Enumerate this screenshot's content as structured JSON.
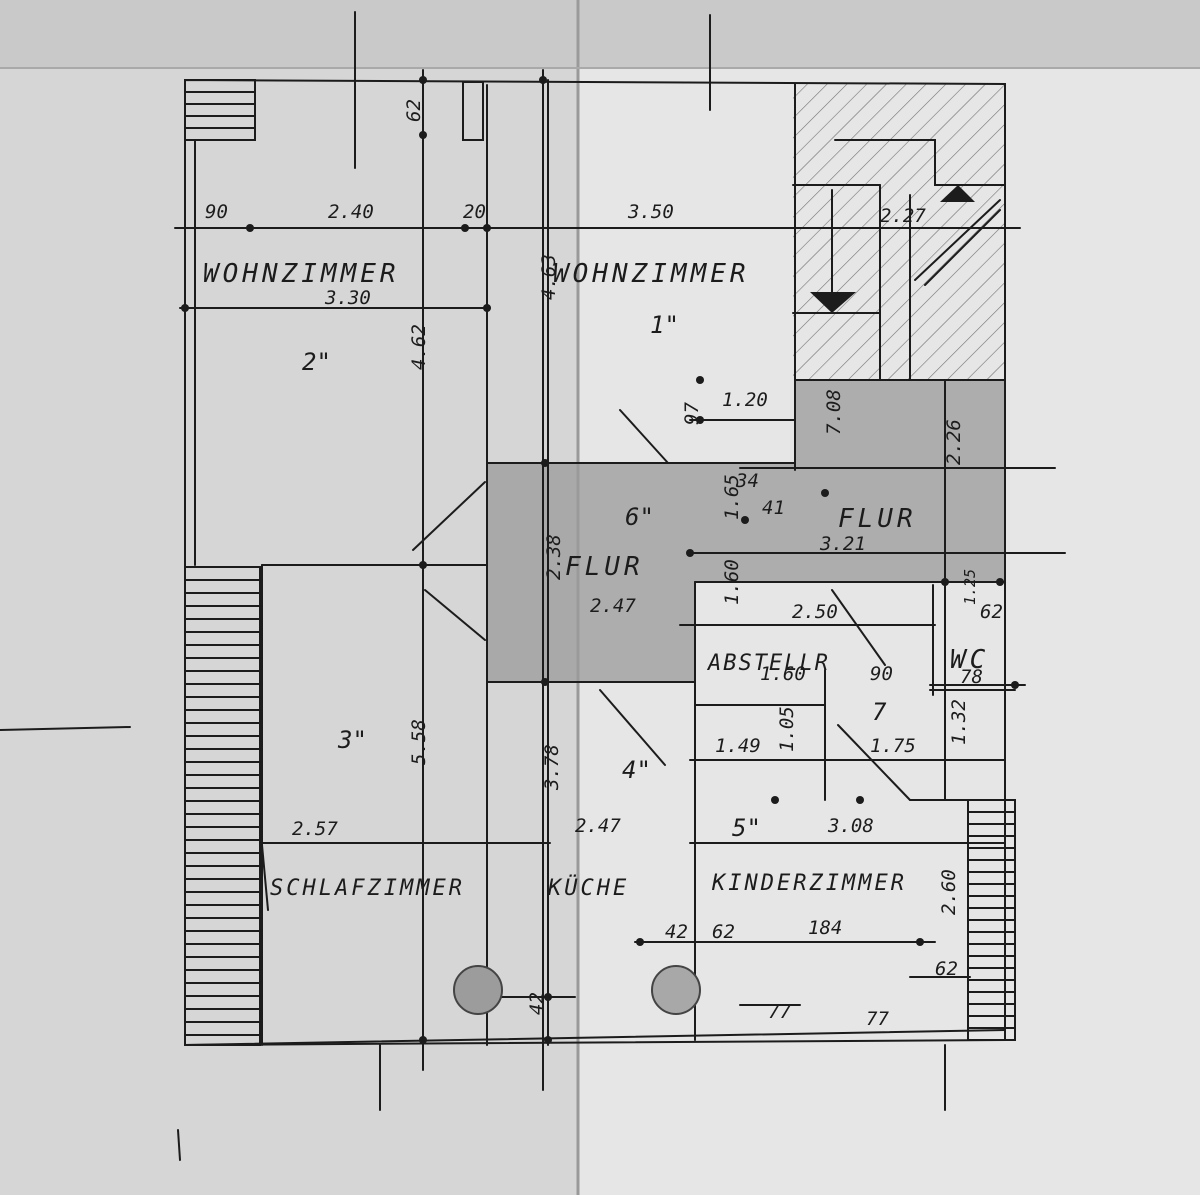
{
  "rooms": {
    "wohnzimmer_left": "WOHNZIMMER",
    "wohnzimmer_right": "WOHNZIMMER",
    "flur_left": "FLUR",
    "flur_right": "FLUR",
    "abstellr": "ABSTELLR",
    "wc": "WC",
    "schlafzimmer": "SCHLAFZIMMER",
    "kueche": "KÜCHE",
    "kinderzimmer": "KINDERZIMMER"
  },
  "room_numbers": {
    "r1": "1\"",
    "r2": "2\"",
    "r3": "3\"",
    "r4": "4\"",
    "r5": "5\"",
    "r6": "6\"",
    "r7": "7"
  },
  "dimensions": {
    "d62_top": "62",
    "d90": "90",
    "d240": "2.40",
    "d20": "20",
    "d350": "3.50",
    "d227": "2.27",
    "d330": "3.30",
    "d463": "4.63",
    "d462": "4.62",
    "d120": "1.20",
    "d97": "97",
    "d708": "7.08",
    "d226": "2.26",
    "d34": "34",
    "d41": "41",
    "d165": "1.65",
    "d321": "3.21",
    "d238": "2.38",
    "d247_flur": "2.47",
    "d160": "1.60",
    "d250": "2.50",
    "d125": "1.25",
    "d62_wc": "62",
    "d160_ab": "1.60",
    "d90_ab": "90",
    "d78": "78",
    "d149": "1.49",
    "d105": "1.05",
    "d175": "1.75",
    "d132": "1.32",
    "d558": "5.58",
    "d378": "3.78",
    "d257": "2.57",
    "d247_k": "2.47",
    "d308": "3.08",
    "d42_a": "42",
    "d62_a": "62",
    "d184": "184",
    "d260": "2.60",
    "d62_b": "62",
    "d42_b": "42",
    "d77_a": "77",
    "d77_b": "77"
  },
  "colors": {
    "paper": "#d9d9d9",
    "ink": "#1c1c1c",
    "shade": "#8f8f8f",
    "fold": "#b5b5b5"
  }
}
